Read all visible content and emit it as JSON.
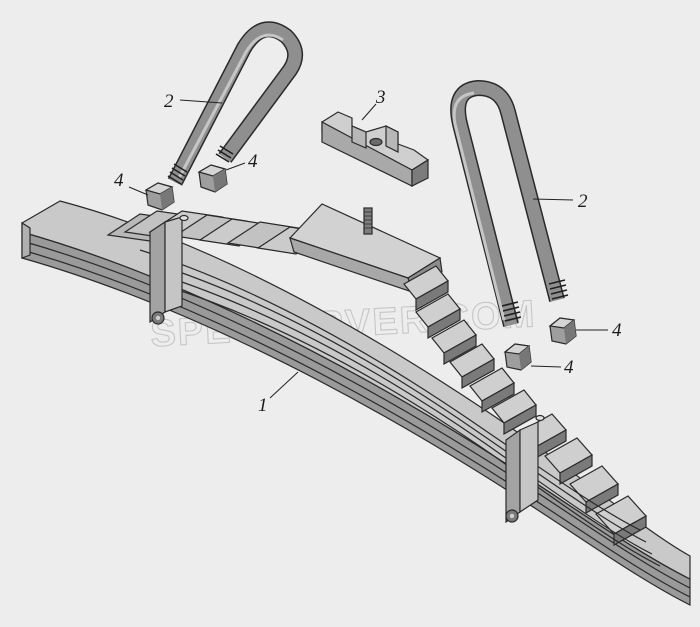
{
  "figure": {
    "watermark": "SPECSERVER.COM",
    "colors": {
      "background": "#ededed",
      "top_face": "#c9c9c9",
      "side_face": "#9a9a9a",
      "dark": "#5e5e5e",
      "bolt": "#8a8a8a",
      "line": "#2a2a2a"
    }
  },
  "callouts": [
    {
      "id": "leaf-spring",
      "label": "1"
    },
    {
      "id": "u-bolt-left",
      "label": "2"
    },
    {
      "id": "u-bolt-right",
      "label": "2"
    },
    {
      "id": "spacer-pad",
      "label": "3"
    },
    {
      "id": "nut-left-outer",
      "label": "4"
    },
    {
      "id": "nut-left-inner",
      "label": "4"
    },
    {
      "id": "nut-right-upper",
      "label": "4"
    },
    {
      "id": "nut-right-lower",
      "label": "4"
    }
  ]
}
